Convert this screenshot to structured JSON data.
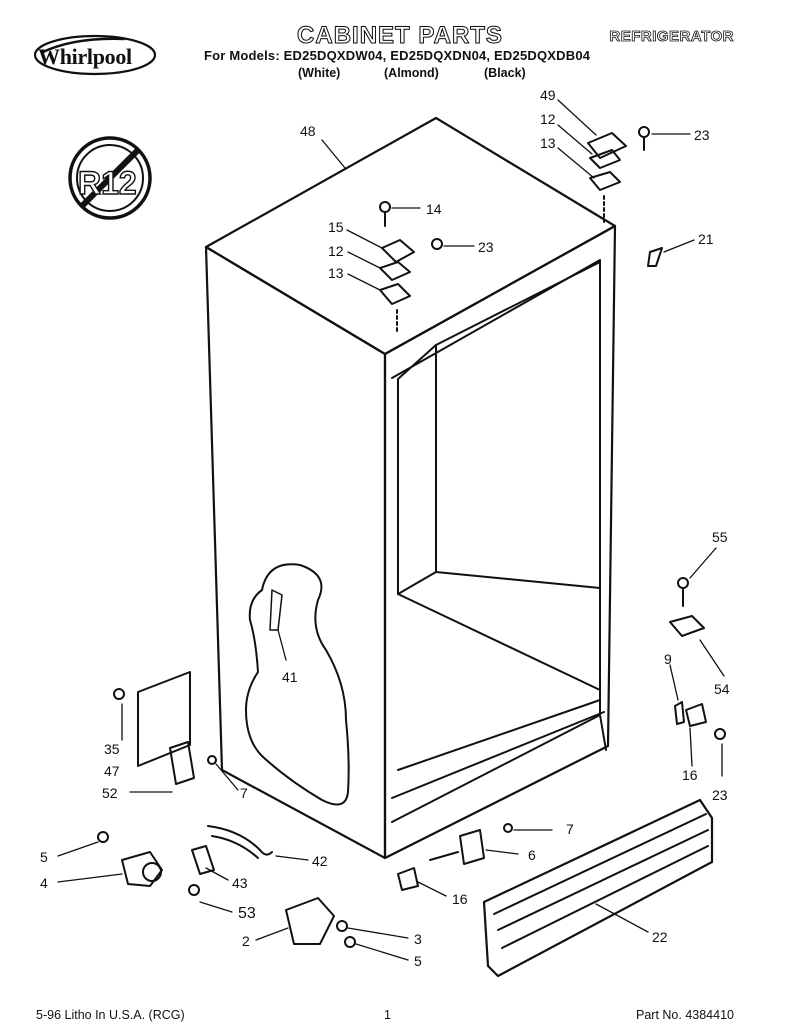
{
  "header": {
    "brand": "Whirlpool",
    "title": "CABINET PARTS",
    "category": "REFRIGERATOR",
    "models_line": "For Models: ED25DQXDW04, ED25DQXDN04, ED25DQXDB04",
    "variants": [
      "(White)",
      "(Almond)",
      "(Black)"
    ]
  },
  "badge": {
    "text": "R12"
  },
  "callouts": [
    "48",
    "49",
    "12",
    "13",
    "23",
    "14",
    "15",
    "12",
    "23",
    "13",
    "21",
    "55",
    "41",
    "9",
    "54",
    "35",
    "47",
    "52",
    "7",
    "16",
    "23",
    "5",
    "4",
    "42",
    "43",
    "7",
    "6",
    "16",
    "53",
    "22",
    "2",
    "3",
    "5"
  ],
  "footer": {
    "print_info": "5-96 Litho In U.S.A. (RCG)",
    "page": "1",
    "part_no": "Part No. 4384410"
  },
  "colors": {
    "ink": "#111111",
    "paper": "#ffffff"
  }
}
